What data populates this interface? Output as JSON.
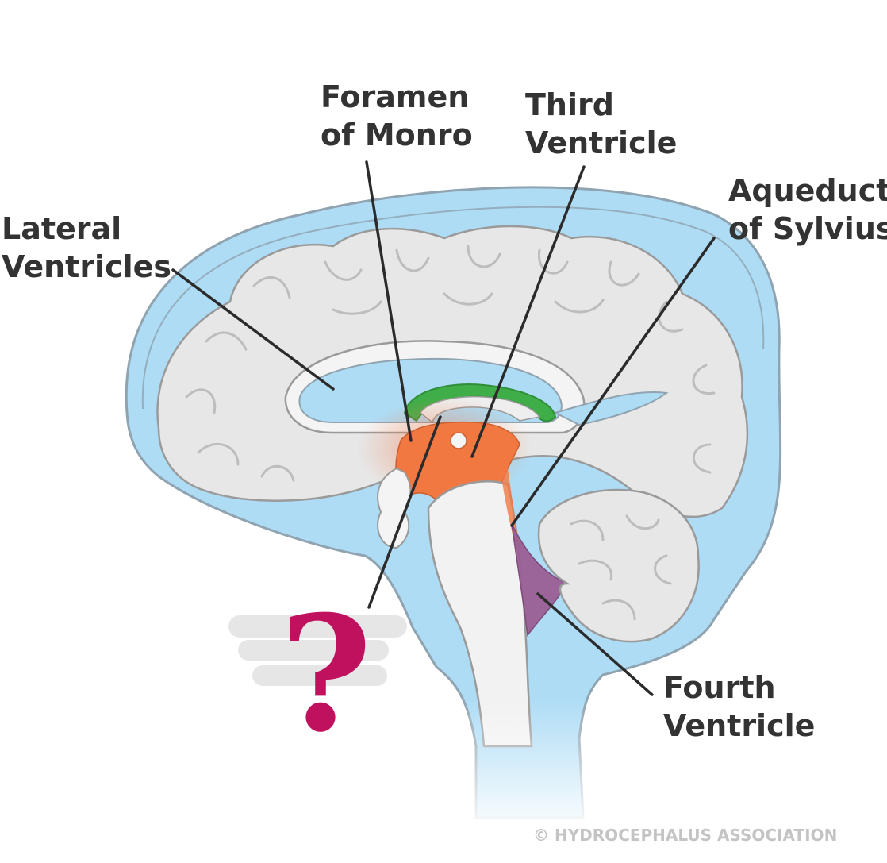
{
  "labels": {
    "lateral_ventricles": {
      "line1": "Lateral",
      "line2": "Ventricles"
    },
    "foramen_of_monro": {
      "line1": "Foramen",
      "line2": "of Monro"
    },
    "third_ventricle": {
      "line1": "Third",
      "line2": "Ventricle"
    },
    "aqueduct_of_sylvius": {
      "line1": "Aqueduct",
      "line2": "of Sylvius"
    },
    "fourth_ventricle": {
      "line1": "Fourth",
      "line2": "Ventricle"
    },
    "unknown_marker": "?"
  },
  "credit": "© HYDROCEPHALUS ASSOCIATION",
  "colors": {
    "csf": "#aedcf5",
    "csf_outline": "#8fa3b0",
    "brain": "#e7e7e7",
    "fold": "#bdbdbd",
    "third_ventricle": "#f27842",
    "choroid_plexus": "#3fae49",
    "fourth_ventricle": "#9b5f95",
    "question_mark": "#c0115f",
    "text": "#333333"
  }
}
